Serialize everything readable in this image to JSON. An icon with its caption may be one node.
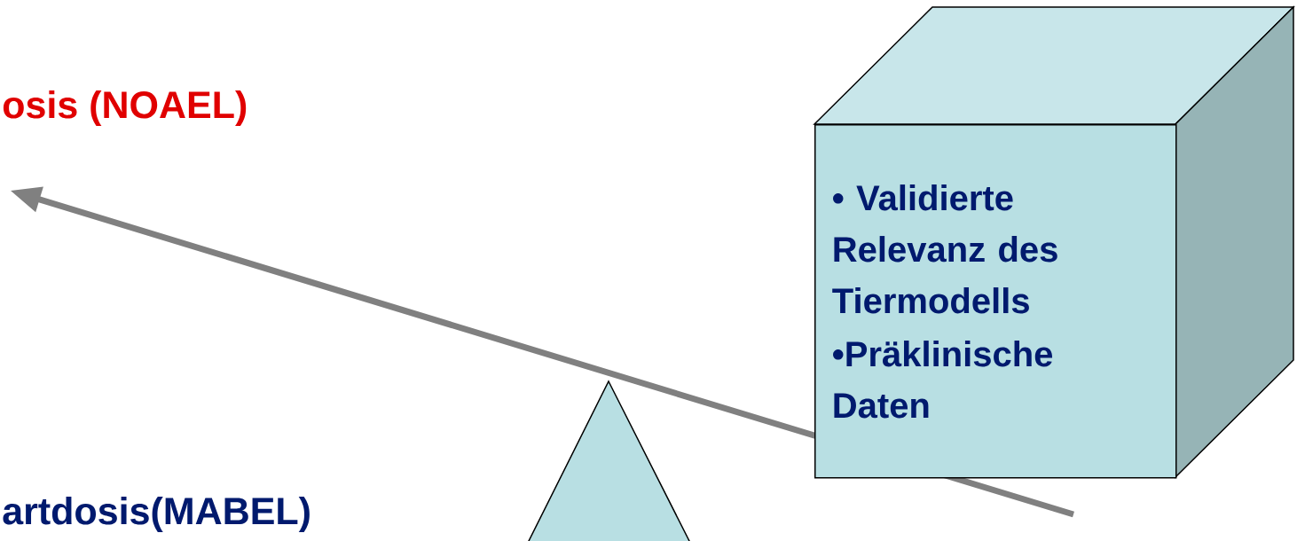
{
  "diagram": {
    "nodes": [
      {
        "text": [
          "• Validierte Relevanz des Tiermodells",
          "•Präklinische Daten"
        ]
      }
    ],
    "labels": [
      "osis (NOAEL)",
      "artdosis(MABEL)"
    ]
  }
}
